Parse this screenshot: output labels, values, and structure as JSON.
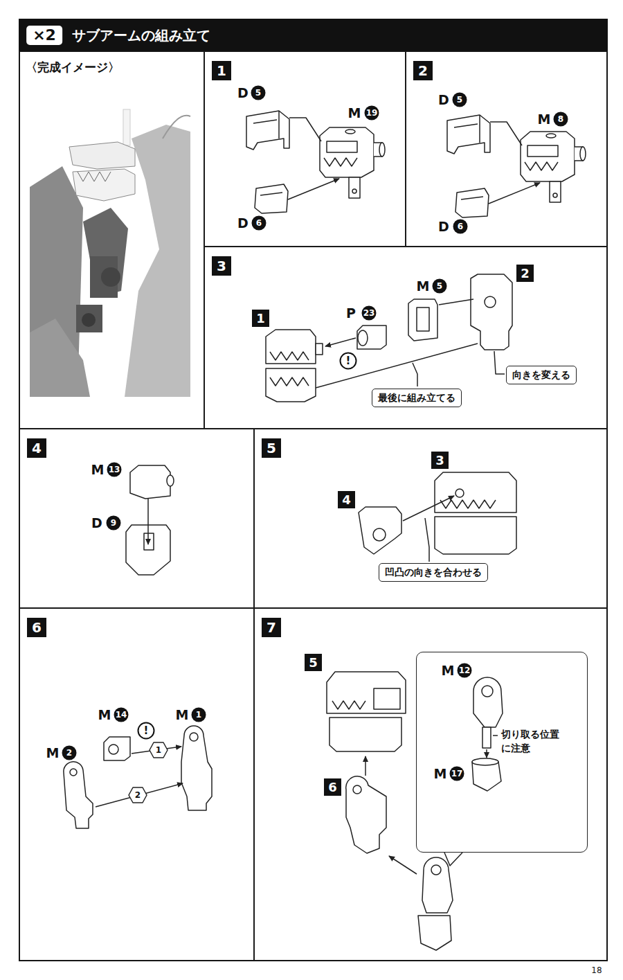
{
  "diagram": {
    "title": "サブアームの組み立て",
    "nodes": [
      {
        "text": [
          "〈完成イメージ〉"
        ]
      },
      {
        "text": [
          "1"
        ]
      },
      {
        "text": [
          "2"
        ]
      },
      {
        "text": [
          "3"
        ]
      },
      {
        "text": [
          "1"
        ],
        "in": 3
      },
      {
        "text": [
          "2"
        ],
        "in": 3
      },
      {
        "text": [
          "最後に組み立てる"
        ],
        "in": 3
      },
      {
        "text": [
          "向きを変える"
        ],
        "in": 3
      },
      {
        "text": [
          "4"
        ]
      },
      {
        "text": [
          "5"
        ]
      },
      {
        "text": [
          "3"
        ],
        "in": 9
      },
      {
        "text": [
          "4"
        ],
        "in": 9
      },
      {
        "text": [
          "凹凸の向きを合わせる"
        ],
        "in": 9
      },
      {
        "text": [
          "6"
        ]
      },
      {
        "text": [
          "7"
        ]
      },
      {
        "text": [
          "5"
        ],
        "in": 14
      },
      {
        "text": [
          "6"
        ],
        "in": 14
      },
      {
        "text": [
          "切り取る位置に注意"
        ],
        "in": 14
      }
    ],
    "labels": [
      "×2",
      "D",
      "5",
      "M",
      "19",
      "D",
      "6",
      "D",
      "5",
      "M",
      "8",
      "D",
      "6",
      "P",
      "23",
      "M",
      "5",
      "!",
      "M",
      "13",
      "D",
      "9",
      "M",
      "2",
      "M",
      "14",
      "!",
      "M",
      "1",
      "1",
      "2",
      "M",
      "12",
      "M",
      "17",
      "18"
    ]
  }
}
